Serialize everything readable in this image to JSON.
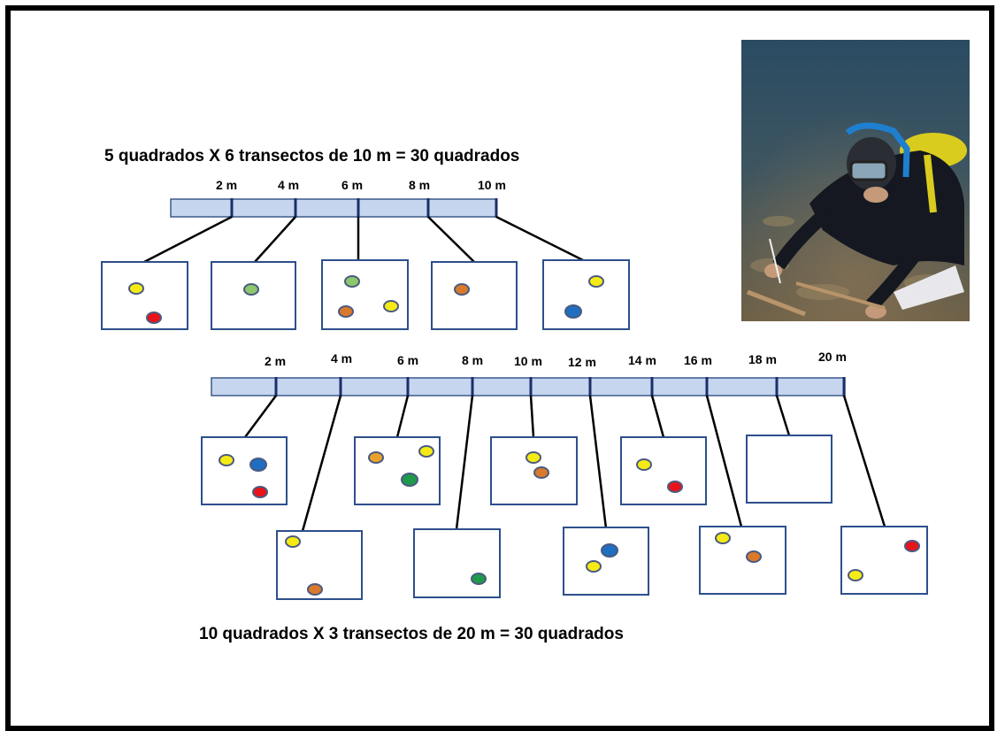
{
  "top_diagram": {
    "caption": "5 quadrados  X  6 transectos de 10 m = 30 quadrados",
    "ticks": [
      "2 m",
      "4 m",
      "6 m",
      "8 m",
      "10 m"
    ]
  },
  "bottom_diagram": {
    "caption": "10 quadrados  X  3 transectos de 20 m = 30 quadrados",
    "ticks": [
      "2 m",
      "4 m",
      "6 m",
      "8 m",
      "10 m",
      "12 m",
      "14 m",
      "16 m",
      "18 m",
      "20 m"
    ]
  },
  "dot_colors": {
    "yellow": "#f5ea14",
    "red": "#e8141b",
    "light_green": "#8dc66b",
    "orange": "#d9792b",
    "blue": "#1f6ec0",
    "green": "#1e9a4a"
  },
  "bar_color": "#c7d6ef",
  "bar_outline": "#3b5a8c",
  "quadrat_outline": "#2d4f8c",
  "photo": {
    "subject": "scuba diver recording quadrat survey on seabed"
  }
}
